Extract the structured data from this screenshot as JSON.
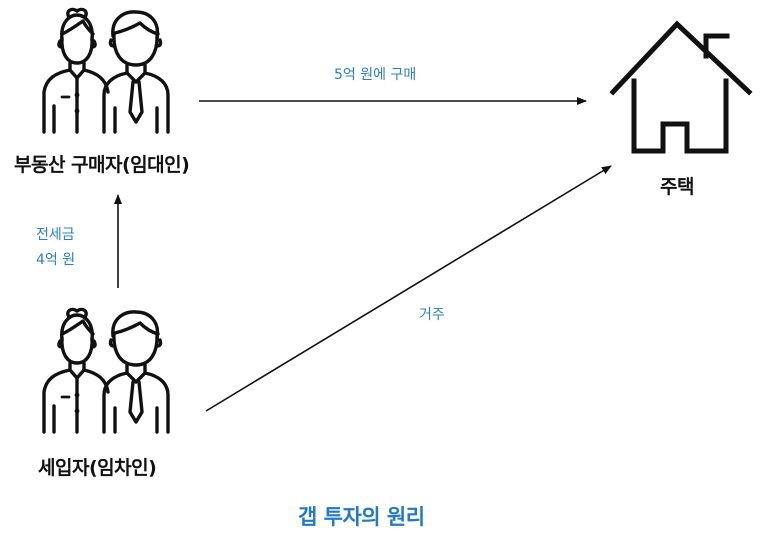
{
  "nodes": {
    "buyer": "부동산 구매자(임대인)",
    "tenant": "세입자(임차인)",
    "house": "주택"
  },
  "edges": {
    "purchase": "5억 원에 구매",
    "deposit_line1": "전세금",
    "deposit_line2": "4억 원",
    "residence": "거주"
  },
  "caption": "갭 투자의 원리",
  "colors": {
    "line": "#111111",
    "edge_label": "#2b7fbf",
    "caption": "#2279c4"
  },
  "icons": {
    "buyer": "couple-icon",
    "tenant": "couple-icon",
    "house": "house-icon"
  }
}
